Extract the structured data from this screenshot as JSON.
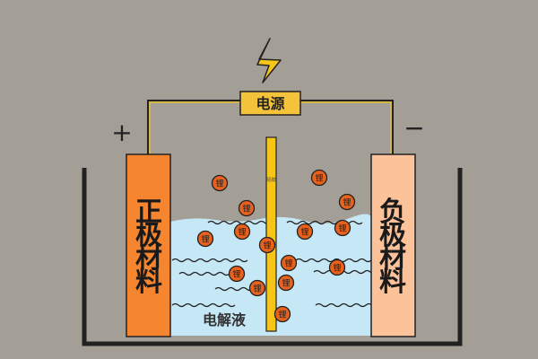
{
  "power_source": {
    "label": "电源",
    "icon": "lightning-bolt-icon"
  },
  "positive_terminal": "+",
  "negative_terminal": "−",
  "positive_electrode": {
    "label": [
      "正",
      "极",
      "材",
      "料"
    ],
    "color": "#f5862f"
  },
  "negative_electrode": {
    "label": [
      "负",
      "极",
      "材",
      "料"
    ],
    "color": "#fcc29a"
  },
  "separator": {
    "label": "隔膜",
    "color": "#f5c518"
  },
  "electrolyte": {
    "label": "电解液",
    "color": "#c6e7f5"
  },
  "ion_label": "锂",
  "ion_color": "#e8621e"
}
